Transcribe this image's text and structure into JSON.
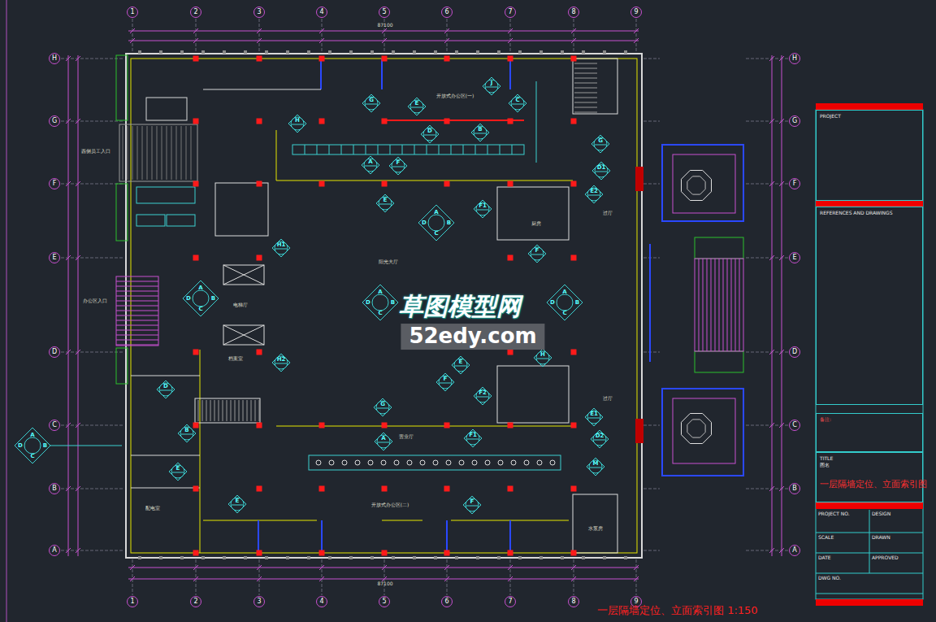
{
  "diagram": {
    "title": "一层隔墙定位、立面索引图 1:150",
    "nodes": [
      {
        "text": [
          "1"
        ]
      },
      {
        "text": [
          "2"
        ]
      },
      {
        "text": [
          "3"
        ]
      },
      {
        "text": [
          "4"
        ]
      },
      {
        "text": [
          "5"
        ]
      },
      {
        "text": [
          "6"
        ]
      },
      {
        "text": [
          "7"
        ]
      },
      {
        "text": [
          "8"
        ]
      },
      {
        "text": [
          "9"
        ]
      },
      {
        "text": [
          "H"
        ]
      },
      {
        "text": [
          "G"
        ]
      },
      {
        "text": [
          "F"
        ]
      },
      {
        "text": [
          "E"
        ]
      },
      {
        "text": [
          "D"
        ]
      },
      {
        "text": [
          "C"
        ]
      },
      {
        "text": [
          "B"
        ]
      },
      {
        "text": [
          "A"
        ]
      },
      {
        "text": [
          "H"
        ]
      },
      {
        "text": [
          "G"
        ]
      },
      {
        "text": [
          "F"
        ]
      },
      {
        "text": [
          "E"
        ]
      },
      {
        "text": [
          "D"
        ]
      },
      {
        "text": [
          "C"
        ]
      },
      {
        "text": [
          "B"
        ]
      },
      {
        "text": [
          "A"
        ]
      },
      {
        "text": [
          "1"
        ]
      },
      {
        "text": [
          "2"
        ]
      },
      {
        "text": [
          "3"
        ]
      },
      {
        "text": [
          "4"
        ]
      },
      {
        "text": [
          "5"
        ]
      },
      {
        "text": [
          "6"
        ]
      },
      {
        "text": [
          "7"
        ]
      },
      {
        "text": [
          "8"
        ]
      },
      {
        "text": [
          "9"
        ]
      },
      {
        "text": [
          "G"
        ]
      },
      {
        "text": [
          "E"
        ]
      },
      {
        "text": [
          "J"
        ]
      },
      {
        "text": [
          "C"
        ]
      },
      {
        "text": [
          "H"
        ]
      },
      {
        "text": [
          "D"
        ]
      },
      {
        "text": [
          "B"
        ]
      },
      {
        "text": [
          "G"
        ]
      },
      {
        "text": [
          "A"
        ]
      },
      {
        "text": [
          "F"
        ]
      },
      {
        "text": [
          "D1"
        ]
      },
      {
        "text": [
          "E2"
        ]
      },
      {
        "text": [
          "E"
        ]
      },
      {
        "text": [
          "F1"
        ]
      },
      {
        "text": [
          "A",
          "B",
          "C",
          "D"
        ]
      },
      {
        "text": [
          "H1"
        ]
      },
      {
        "text": [
          "F"
        ]
      },
      {
        "text": [
          "A",
          "B",
          "C",
          "D"
        ]
      },
      {
        "text": [
          "A",
          "B",
          "C",
          "D"
        ]
      },
      {
        "text": [
          "A",
          "B",
          "C",
          "D"
        ]
      },
      {
        "text": [
          "H"
        ]
      },
      {
        "text": [
          "H2"
        ]
      },
      {
        "text": [
          "E"
        ]
      },
      {
        "text": [
          "F"
        ]
      },
      {
        "text": [
          "D"
        ]
      },
      {
        "text": [
          "F2"
        ]
      },
      {
        "text": [
          "G"
        ]
      },
      {
        "text": [
          "E1"
        ]
      },
      {
        "text": [
          "B"
        ]
      },
      {
        "text": [
          "A",
          "B",
          "C",
          "D"
        ]
      },
      {
        "text": [
          "D2"
        ]
      },
      {
        "text": [
          "A"
        ]
      },
      {
        "text": [
          "F1"
        ]
      },
      {
        "text": [
          "M"
        ]
      },
      {
        "text": [
          "E"
        ]
      },
      {
        "text": [
          "E"
        ]
      },
      {
        "text": [
          "F"
        ]
      },
      {
        "text": [
          "PROJECT"
        ]
      },
      {
        "text": [
          "REFERENCES AND DRAWINGS"
        ]
      },
      {
        "text": [
          "备注:"
        ]
      },
      {
        "text": [
          "TITLE",
          "图名",
          "一层隔墙定位、立面索引图"
        ]
      }
    ],
    "labels": [
      "87100",
      "87100",
      "开放式办公区(一)",
      "开放式办公区(二)",
      "阳光大厅",
      "营业厅",
      "电梯厅",
      "过厅",
      "过厅",
      "厨房",
      "档案室",
      "西侧员工入口",
      "办公区入口",
      "配电室",
      "水泵房",
      "PROJECT NO.",
      "DESIGN",
      "SCALE",
      "DRAWN",
      "DATE",
      "APPROVED",
      "DWG NO.",
      "草图模型网",
      "52edy.com"
    ]
  }
}
